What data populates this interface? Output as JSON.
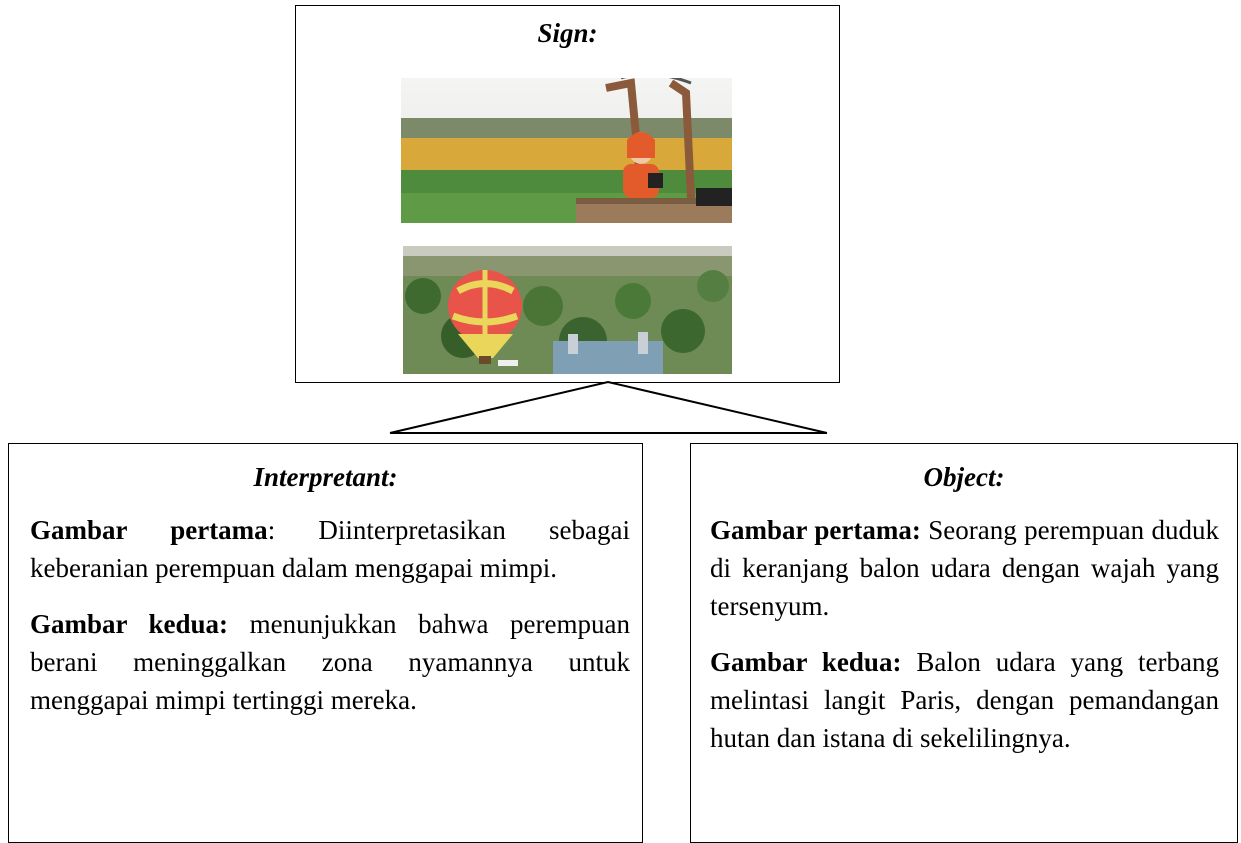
{
  "sign": {
    "title": "Sign:"
  },
  "interpretant": {
    "title": "Interpretant:",
    "p1_label": "Gambar pertama",
    "p1_text": ": Diinterpretasikan sebagai keberanian perempuan dalam menggapai mimpi.",
    "p2_label": "Gambar kedua:",
    "p2_text": " menunjukkan bahwa perempuan berani meninggalkan zona nyamannya untuk menggapai mimpi tertinggi mereka."
  },
  "object": {
    "title": "Object:",
    "p1_label": "Gambar pertama:",
    "p1_text": " Seorang perempuan duduk di keranjang balon udara dengan wajah yang tersenyum.",
    "p2_label": "Gambar kedua:",
    "p2_text": " Balon udara yang terbang melintasi langit Paris, dengan pemandangan hutan dan istana di sekelilingnya."
  }
}
